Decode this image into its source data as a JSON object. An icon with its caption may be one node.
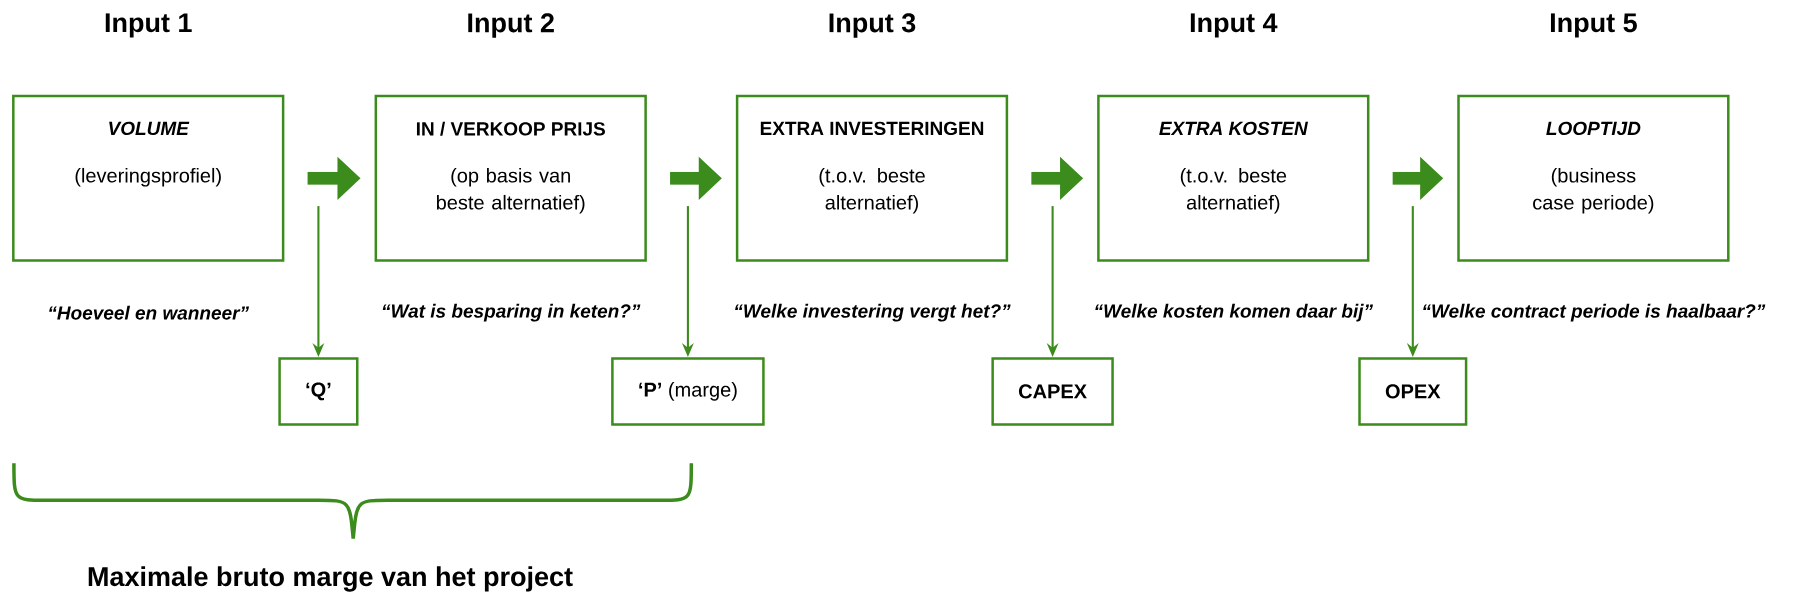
{
  "diagram": {
    "nodes": [
      {
        "text": [
          "Input 1",
          "VOLUME",
          "(leveringsprofiel)"
        ],
        "beside": [
          "“Hoeveel en wanneer”"
        ]
      },
      {
        "text": [
          "Input 2",
          "IN / VERKOOP PRIJS",
          "(op basis van beste alternatief)"
        ],
        "beside": [
          "“Wat is besparing in keten?”"
        ]
      },
      {
        "text": [
          "Input 3",
          "EXTRA INVESTERINGEN",
          "(t.o.v. beste alternatief)"
        ],
        "beside": [
          "“Welke investering vergt het?”"
        ]
      },
      {
        "text": [
          "Input 4",
          "EXTRA KOSTEN",
          "(t.o.v. beste alternatief)"
        ],
        "beside": [
          "“Welke kosten komen daar bij”"
        ]
      },
      {
        "text": [
          "Input 5",
          "LOOPTIJD",
          "(business case periode)"
        ],
        "beside": [
          "“Welke contract periode is haalbaar?”"
        ]
      },
      {
        "text": [
          "‘Q’"
        ]
      },
      {
        "text": [
          "**‘P’** (marge)"
        ]
      },
      {
        "text": [
          "CAPEX"
        ]
      },
      {
        "text": [
          "OPEX"
        ]
      }
    ],
    "edges": [
      {
        "from": 0,
        "to": 1,
        "arrow": "to",
        "style": "thick"
      },
      {
        "from": 1,
        "to": 2,
        "arrow": "to",
        "style": "thick"
      },
      {
        "from": 2,
        "to": 3,
        "arrow": "to",
        "style": "thick"
      },
      {
        "from": 3,
        "to": 4,
        "arrow": "to",
        "style": "thick"
      },
      {
        "from": null,
        "to": 5,
        "arrow": "to"
      },
      {
        "from": null,
        "to": 6,
        "arrow": "to"
      },
      {
        "from": null,
        "to": 7,
        "arrow": "to"
      },
      {
        "from": null,
        "to": 8,
        "arrow": "to"
      }
    ],
    "labels": [
      "Maximale bruto marge van het project"
    ]
  }
}
